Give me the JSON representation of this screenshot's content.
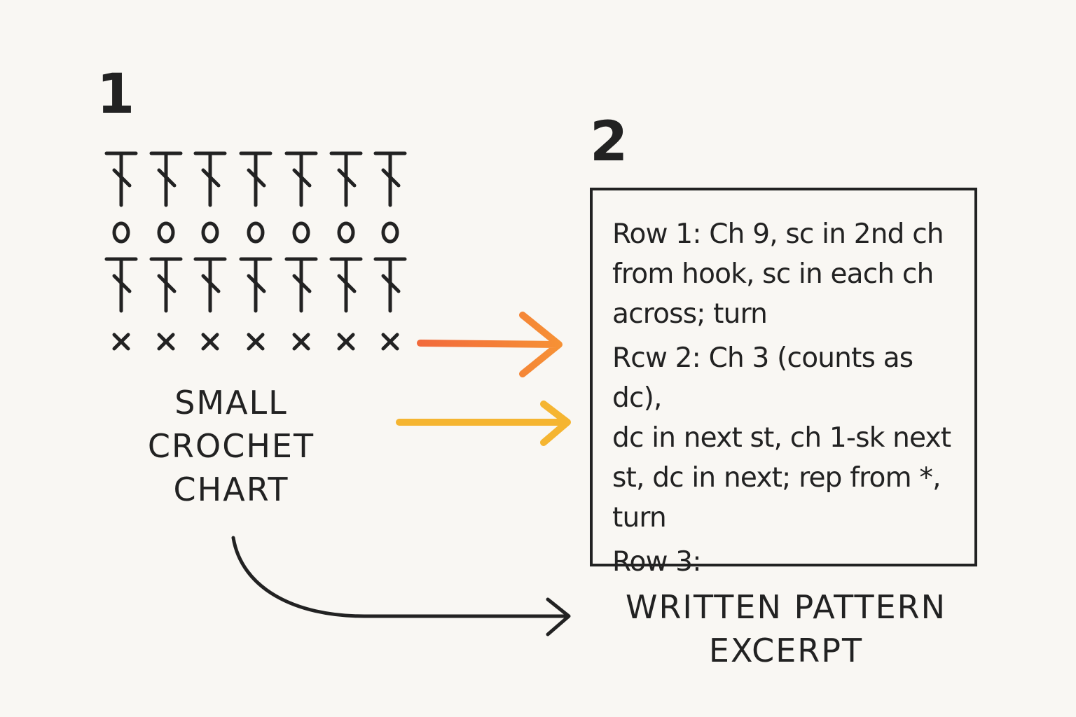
{
  "steps": {
    "chart_number": "1",
    "pattern_number": "2"
  },
  "chart": {
    "caption_lines": [
      "SMALL",
      "CROCHET",
      "CHART"
    ],
    "columns": 7,
    "rows": [
      "double-crochet",
      "chain",
      "double-crochet",
      "single-crochet"
    ],
    "symbols": {
      "double-crochet": "T-bar with diagonal slash",
      "chain": "open oval",
      "single-crochet": "x"
    }
  },
  "pattern": {
    "rows": [
      "Row 1: Ch 9, sc in 2nd ch\nfrom hook, sc in each ch\nacross; turn",
      "Rcw 2: Ch 3 (counts as dc),\ndc in next st, ch 1-sk next\nst, dc in next; rep from *,\nturn",
      "Row 3:"
    ],
    "caption_lines": [
      "WRITTEN PATTERN",
      "EXCERPT"
    ]
  },
  "colors": {
    "background": "#f9f7f3",
    "ink": "#222222",
    "arrow_upper_start": "#f26a3b",
    "arrow_upper_end": "#f69135",
    "arrow_lower": "#f5b531"
  }
}
